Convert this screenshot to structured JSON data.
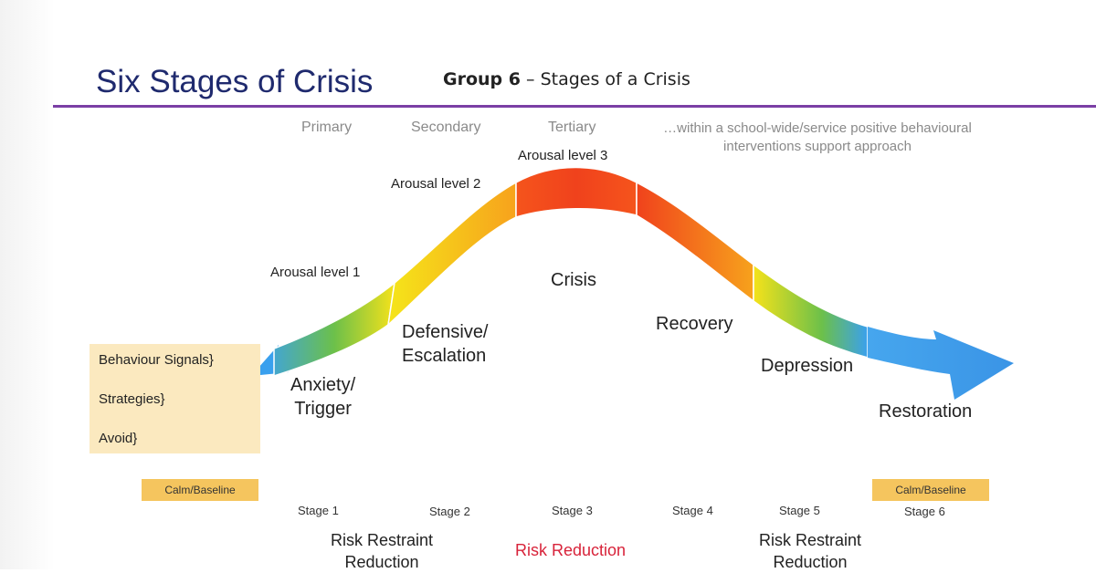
{
  "header": {
    "title": "Six Stages of Crisis",
    "subtitle_bold": "Group 6",
    "subtitle_rest": " – Stages of a Crisis"
  },
  "levels": {
    "primary": "Primary",
    "secondary": "Secondary",
    "tertiary": "Tertiary",
    "note": "…within a school-wide/service positive behavioural interventions support approach"
  },
  "arousal": {
    "level1": "Arousal level 1",
    "level2": "Arousal level 2",
    "level3": "Arousal level 3"
  },
  "stages": {
    "anxiety": "Anxiety/\nTrigger",
    "defensive": "Defensive/\nEscalation",
    "crisis": "Crisis",
    "recovery": "Recovery",
    "depression": "Depression",
    "restoration": "Restoration"
  },
  "legend": {
    "behaviour": "Behaviour Signals}",
    "strategies": "Strategies}",
    "avoid": "Avoid}"
  },
  "baseline": {
    "left": "Calm/Baseline",
    "right": "Calm/Baseline"
  },
  "stage_numbers": {
    "s1": "Stage 1",
    "s2": "Stage 2",
    "s3": "Stage 3",
    "s4": "Stage 4",
    "s5": "Stage 5",
    "s6": "Stage 6"
  },
  "risk": {
    "left": "Risk Restraint\nReduction",
    "center": "Risk Reduction",
    "right": "Risk Restraint\nReduction"
  },
  "colors": {
    "title": "#1f2a6e",
    "rule": "#7b3fa5",
    "legend_bg": "#fbe9bf",
    "baseline_bg": "#f5c55e",
    "risk_red": "#d8233a",
    "blue": "#3aa0ee",
    "green": "#6cc04a",
    "yellow": "#f5e21a",
    "orange": "#f7a21c",
    "red": "#f0421c"
  }
}
